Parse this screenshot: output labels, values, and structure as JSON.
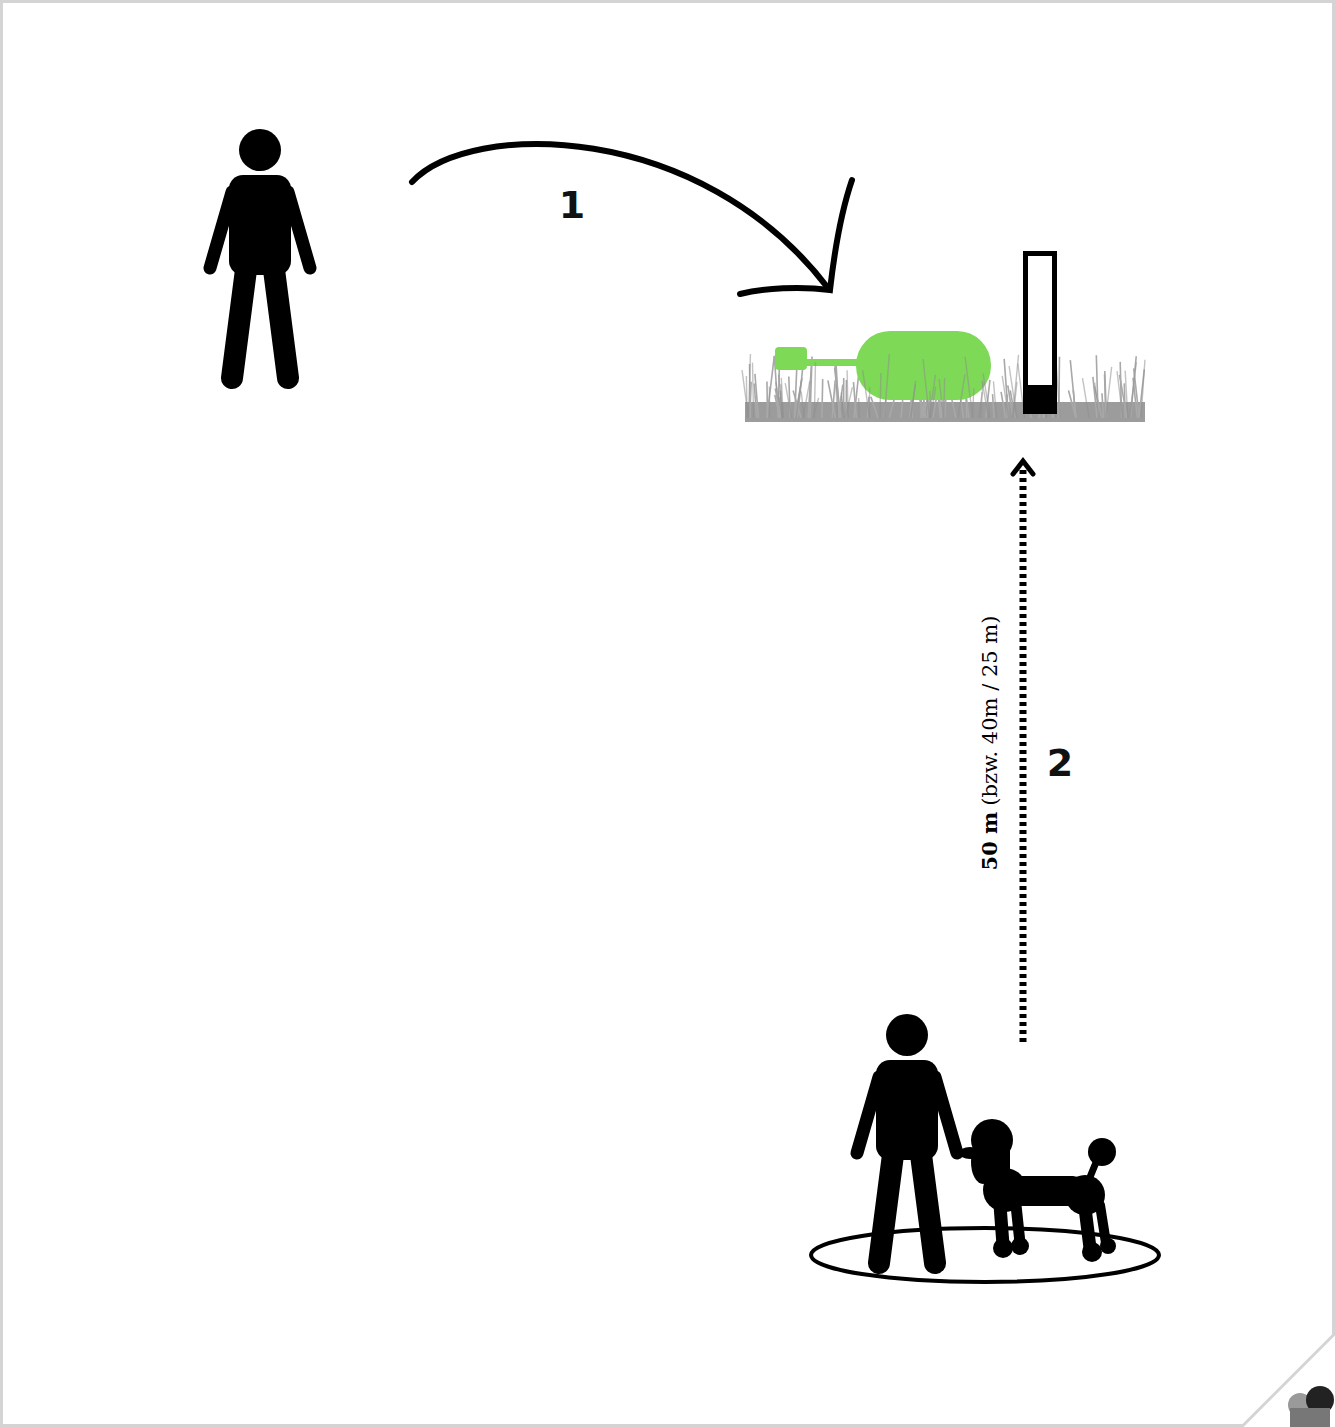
{
  "diagram": {
    "labels": [
      "1",
      "2",
      "50 m",
      "(bzw. 40m / 25 m)"
    ]
  }
}
